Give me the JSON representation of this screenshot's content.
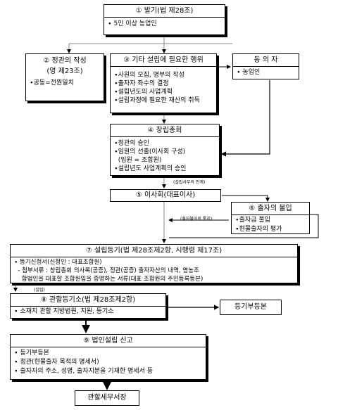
{
  "nodes": {
    "n1": {
      "title": "① 발기(법 제28조)",
      "items": [
        "∙ 5인 이상 농업인"
      ]
    },
    "n2": {
      "title": "② 정관의 작성",
      "subtitle": "(영 제23조)",
      "items": [
        "∙공동=전원일치"
      ]
    },
    "n3": {
      "title": "③ 기타 설립에 필요한 행위",
      "items": [
        "∙사원의 모집, 명부의 작성",
        "∙출자자 좌수의 결정",
        "∙설립년도의 사업계획",
        "∙설립과정에 필요한 재산의 취득"
      ]
    },
    "consent": {
      "title": "동 의 자",
      "items": [
        "∙ 농업인"
      ]
    },
    "n4": {
      "title": "④ 창립총회",
      "items": [
        "∙정관의 승인",
        "∙임원의 선출(이사회 구성)",
        "  (임원 = 조합원)",
        "∙설립년도 사업계획의 승인"
      ]
    },
    "n5": {
      "title": "⑤ 이사회(대표이사)"
    },
    "n6": {
      "title": "⑥ 출자의 불입",
      "items": [
        "∙출자금 불입",
        "∙현물출자의 평가"
      ]
    },
    "n7": {
      "title": "⑦ 설립등기(법 제28조제2항, 시행령 제17조)",
      "items": [
        "∙ 등기신청서(신청인 : 대표조합원)",
        "  - 첨부서류 : 창립총회 의사록(공증), 정관(공증) 출자자산의 내역, 영농조",
        "    합법인을 대표할 조합원임을 증명하는 서류(대표 조합원의 주민등록등본)"
      ]
    },
    "n8": {
      "title": "⑧ 관할등기소(법 제28조제2항)",
      "items": [
        "∙ 소재지 관할 지방법원, 지원, 등기소"
      ]
    },
    "reg": {
      "title": "등기부등본"
    },
    "n9": {
      "title": "⑨ 법인설립 신고",
      "items": [
        "∙ 등기부등본",
        "∙ 정관(현물출자 목적의 명세서)",
        "∙ 출자자의 주소, 성명, 출자지분을 기재한 명세서 등"
      ]
    },
    "tax": {
      "title": "관할세무서장"
    }
  },
  "labels": {
    "handover": "(설립사무의 인계)",
    "payment_notice": "(출자불이의 통지)",
    "register": "(설립)"
  }
}
